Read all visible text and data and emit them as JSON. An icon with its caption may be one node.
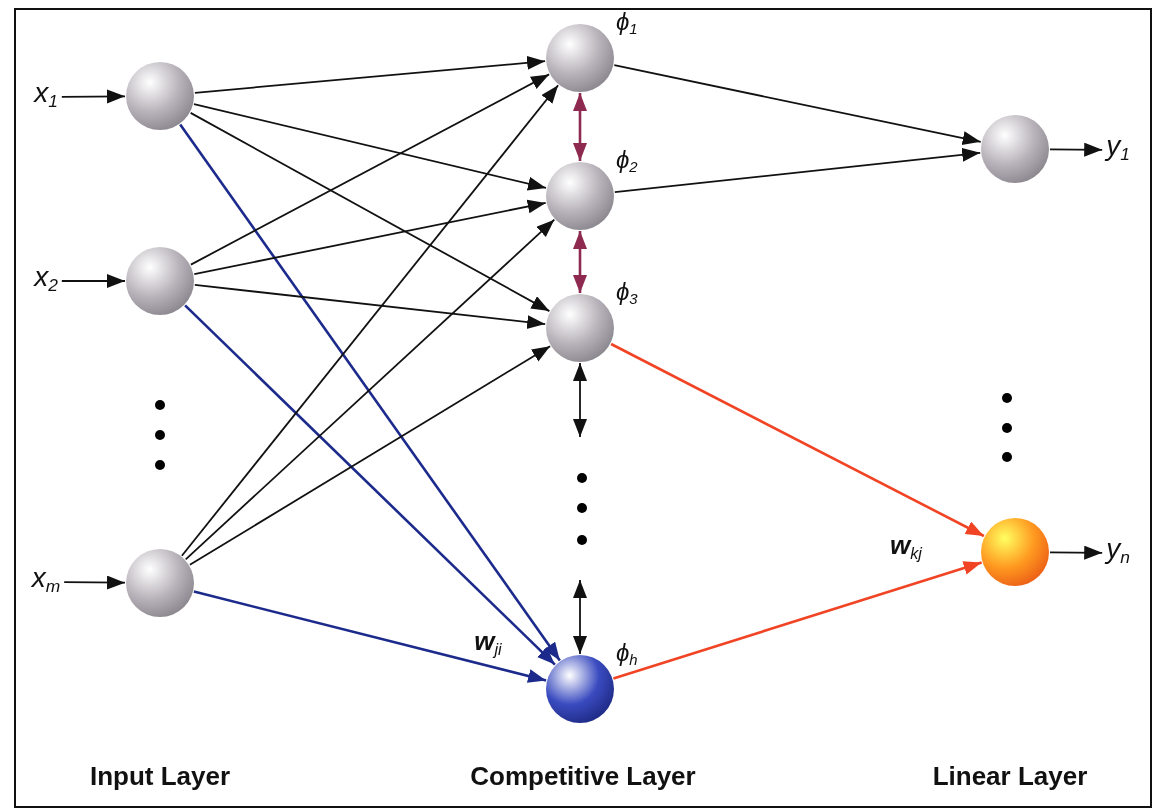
{
  "diagram": {
    "nodes": [
      {
        "text": [
          "x$_{1}$"
        ]
      },
      {
        "text": [
          "x$_{2}$"
        ]
      },
      {
        "text": [
          "x$_{m}$"
        ]
      },
      {
        "text": [],
        "shape": "circle"
      },
      {
        "text": [],
        "shape": "circle"
      },
      {
        "text": [],
        "shape": "circle"
      },
      {
        "text": [],
        "shape": "circle",
        "beside": [
          "ϕ$_{1}$"
        ]
      },
      {
        "text": [],
        "shape": "circle",
        "beside": [
          "ϕ$_{2}$"
        ]
      },
      {
        "text": [],
        "shape": "circle",
        "beside": [
          "ϕ$_{3}$"
        ]
      },
      {
        "text": [],
        "shape": "circle",
        "beside": [
          "ϕ$_{h}$"
        ]
      },
      {
        "text": [],
        "shape": "circle"
      },
      {
        "text": [],
        "shape": "circle"
      },
      {
        "text": [
          "y$_{1}$"
        ]
      },
      {
        "text": [
          "y$_{n}$"
        ]
      }
    ],
    "edges": [
      {
        "from": 0,
        "to": 3,
        "arrow": "to"
      },
      {
        "from": 1,
        "to": 4,
        "arrow": "to"
      },
      {
        "from": 2,
        "to": 5,
        "arrow": "to"
      },
      {
        "from": 3,
        "to": 6,
        "arrow": "to"
      },
      {
        "from": 3,
        "to": 7,
        "arrow": "to"
      },
      {
        "from": 3,
        "to": 8,
        "arrow": "to"
      },
      {
        "from": 3,
        "to": 9,
        "arrow": "to",
        "color": "#1c2a8c"
      },
      {
        "from": 4,
        "to": 6,
        "arrow": "to"
      },
      {
        "from": 4,
        "to": 7,
        "arrow": "to"
      },
      {
        "from": 4,
        "to": 8,
        "arrow": "to"
      },
      {
        "from": 4,
        "to": 9,
        "arrow": "to",
        "color": "#1c2a8c"
      },
      {
        "from": 5,
        "to": 6,
        "arrow": "to"
      },
      {
        "from": 5,
        "to": 7,
        "arrow": "to"
      },
      {
        "from": 5,
        "to": 8,
        "arrow": "to"
      },
      {
        "from": 5,
        "to": 9,
        "arrow": "to",
        "color": "#1c2a8c"
      },
      {
        "from": 6,
        "to": 7,
        "arrow": "both",
        "color": "#8e2a50"
      },
      {
        "from": 7,
        "to": 8,
        "arrow": "both",
        "color": "#8e2a50"
      },
      {
        "from": 8,
        "to": null,
        "arrow": "both"
      },
      {
        "from": null,
        "to": 9,
        "arrow": "both"
      },
      {
        "from": 6,
        "to": 10,
        "arrow": "to"
      },
      {
        "from": 7,
        "to": 10,
        "arrow": "to"
      },
      {
        "from": 8,
        "to": 11,
        "arrow": "to",
        "color": "#f04424"
      },
      {
        "from": 9,
        "to": 11,
        "arrow": "to",
        "color": "#f04424"
      },
      {
        "from": 10,
        "to": 12,
        "arrow": "to"
      },
      {
        "from": 11,
        "to": 13,
        "arrow": "to"
      }
    ],
    "labels": [
      "**w**$_{ji}$",
      "**w**$_{kj}$",
      "Input Layer",
      "Competitive Layer",
      "Linear Layer"
    ]
  }
}
